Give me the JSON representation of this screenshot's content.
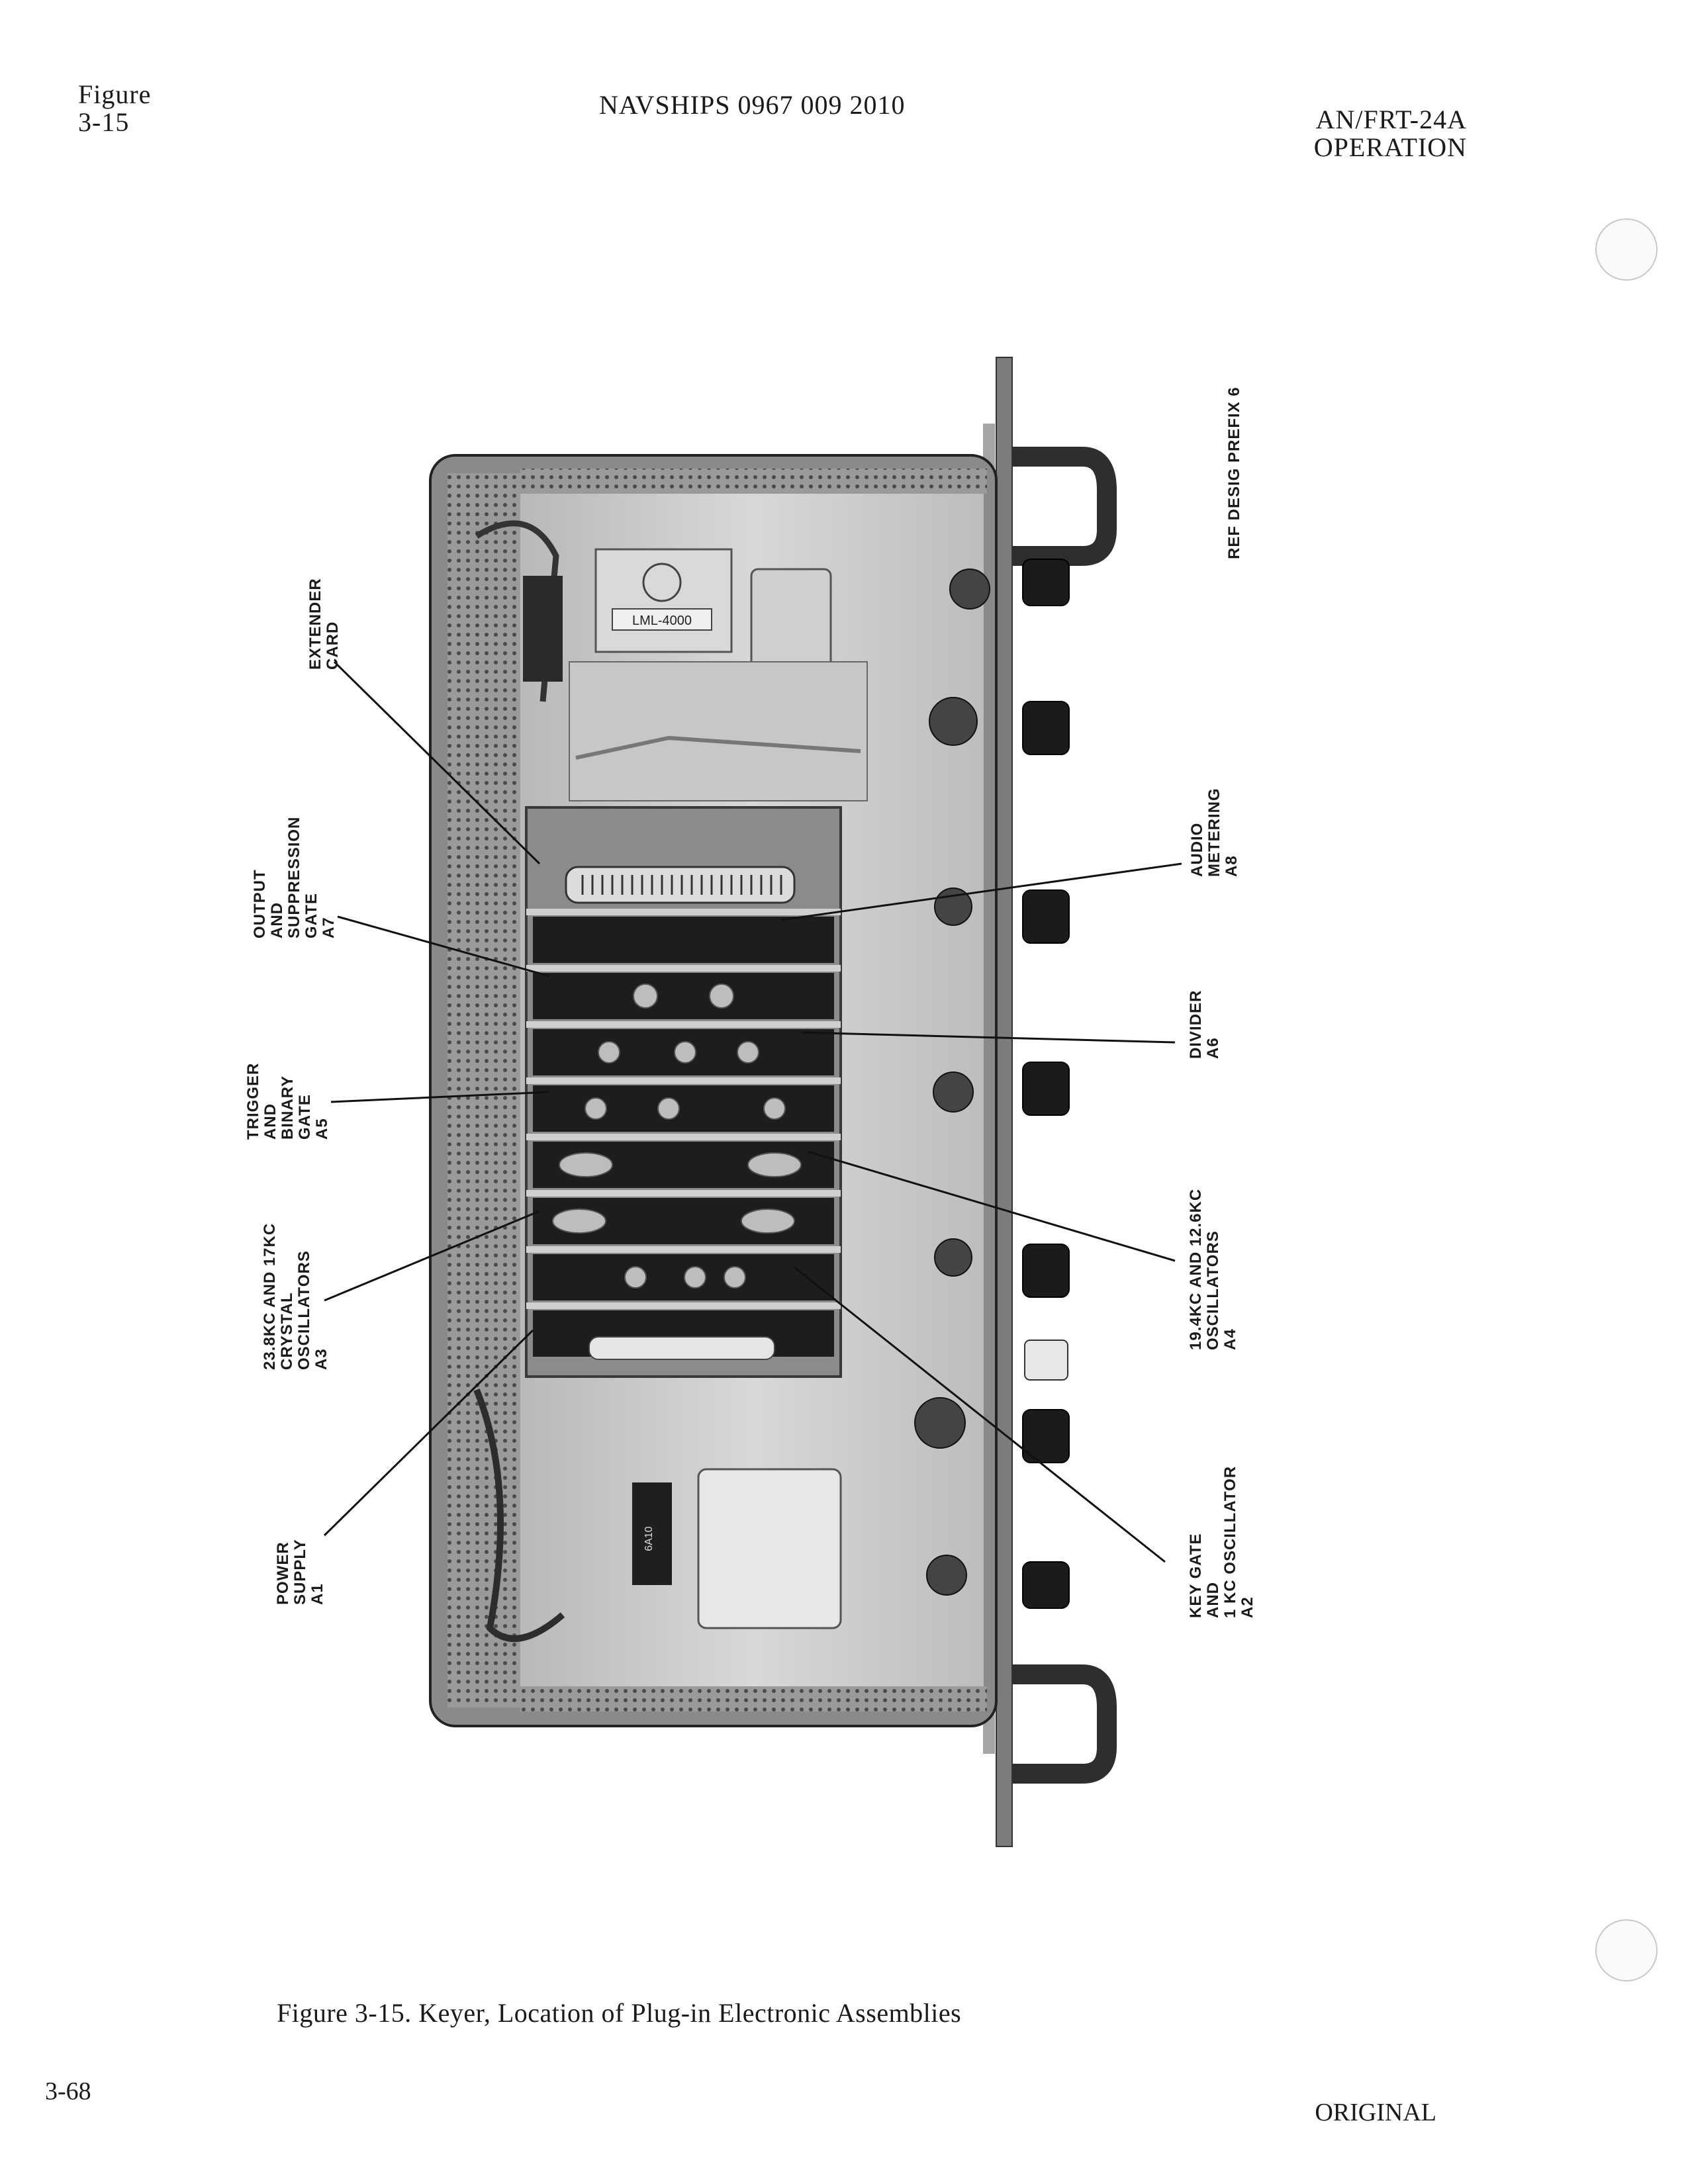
{
  "header": {
    "figure_ref_line1": "Figure",
    "figure_ref_line2": "3-15",
    "doc_number": "NAVSHIPS 0967 009 2010",
    "equipment_line1": "AN/FRT-24A",
    "equipment_line2": "OPERATION"
  },
  "photo": {
    "transformer_label": "LML-4000",
    "rectifier_label": "6A10"
  },
  "callouts": {
    "ref_desig": "REF DESIG PREFIX 6",
    "extender_card": "EXTENDER\nCARD",
    "output_gate": "OUTPUT\nAND\nSUPPRESSION\nGATE\nA7",
    "trigger_binary": "TRIGGER\nAND\nBINARY\nGATE\nA5",
    "crystal_osc": "23.8KC AND 17KC\nCRYSTAL\nOSCILLATORS\nA3",
    "power_supply": "POWER\nSUPPLY\nA1",
    "audio_metering": "AUDIO\nMETERING\nA8",
    "divider": "DIVIDER\nA6",
    "osc_19": "19.4KC AND 12.6KC\nOSCILLATORS\nA4",
    "key_gate": "KEY GATE\nAND\n1 KC OSCILLATOR\nA2"
  },
  "caption": "Figure 3-15.  Keyer, Location of Plug-in Electronic Assemblies",
  "footer": {
    "page_number": "3-68",
    "status": "ORIGINAL"
  }
}
